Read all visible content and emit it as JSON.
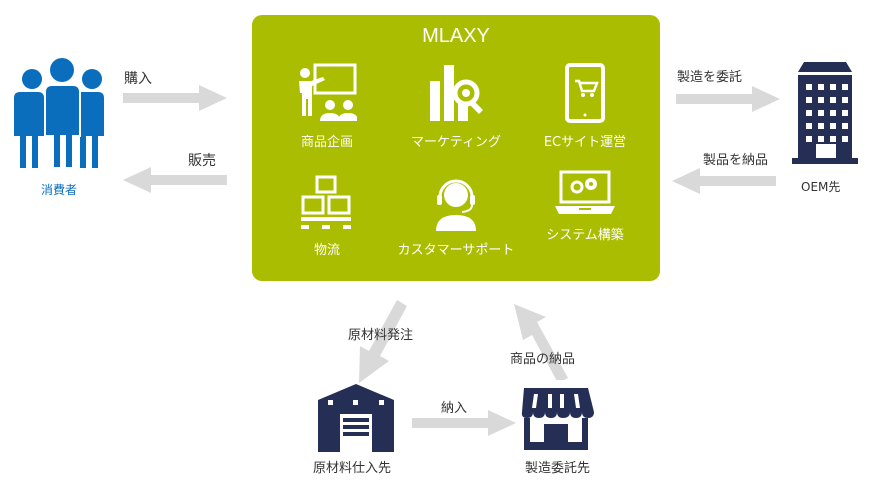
{
  "center": {
    "title": "MLAXY",
    "services": [
      {
        "label": "商品企画",
        "icon": "presentation-icon"
      },
      {
        "label": "マーケティング",
        "icon": "chart-search-icon"
      },
      {
        "label": "ECサイト運営",
        "icon": "tablet-cart-icon"
      },
      {
        "label": "物流",
        "icon": "boxes-pallet-icon"
      },
      {
        "label": "カスタマーサポート",
        "icon": "headset-operator-icon"
      },
      {
        "label": "システム構築",
        "icon": "laptop-gears-icon"
      }
    ]
  },
  "consumer": {
    "label": "消費者",
    "purchase_label": "購入",
    "sales_label": "販売"
  },
  "oem": {
    "label": "OEM先",
    "outsource_label": "製造を委託",
    "deliver_label": "製品を納品"
  },
  "supplier": {
    "label": "原材料仕入先",
    "order_label": "原材料発注"
  },
  "manufacturer": {
    "label": "製造委託先",
    "deliver_label": "商品の納品",
    "delivery_in_label": "納入"
  },
  "colors": {
    "accent": "#abbd00",
    "consumer": "#0a6ebd",
    "navy": "#252e55",
    "arrow": "#d9d9d9"
  }
}
